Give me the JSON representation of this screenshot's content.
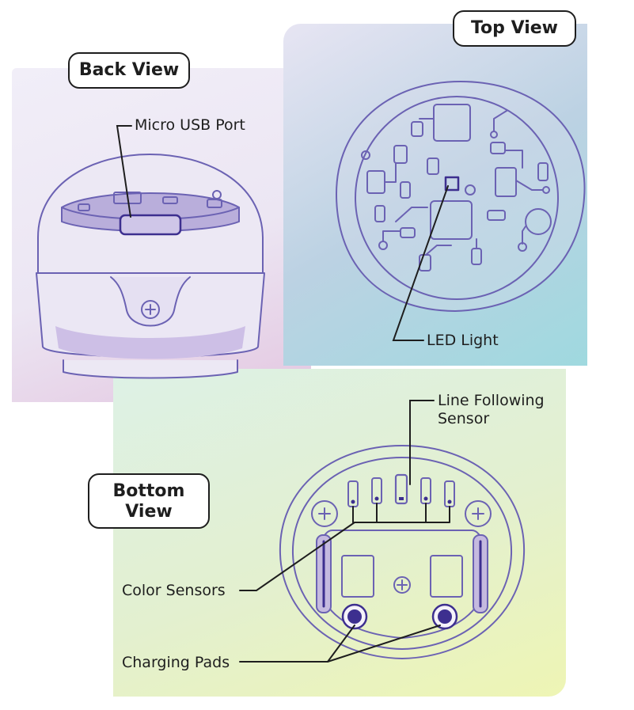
{
  "views": {
    "back": {
      "title": "Back View"
    },
    "top": {
      "title": "Top View"
    },
    "bottom": {
      "title": "Bottom\nView"
    }
  },
  "callouts": {
    "micro_usb": "Micro USB Port",
    "led_light": "LED Light",
    "line_following": "Line Following\nSensor",
    "color_sensors": "Color Sensors",
    "charging_pads": "Charging Pads"
  },
  "colors": {
    "outline": "#6b62b3",
    "accent": "#3d2f8f",
    "leader": "#1e1e1e"
  }
}
